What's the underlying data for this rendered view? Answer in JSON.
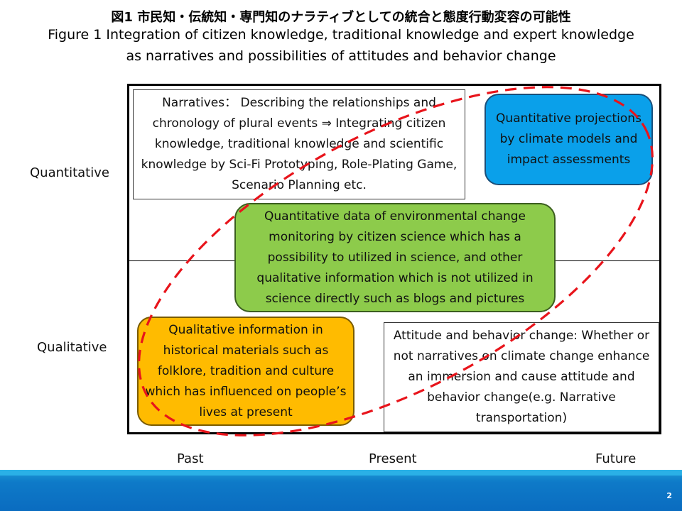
{
  "title": {
    "line1": "図1 市民知・伝統知・専門知のナラティブとしての統合と態度行動変容の可能性",
    "line2": "Figure 1 Integration of citizen knowledge, traditional knowledge and expert knowledge",
    "line3": "as narratives and possibilities of attitudes and behavior change"
  },
  "axes": {
    "y_top": "Quantitative",
    "y_bottom": "Qualitative",
    "x_left": "Past",
    "x_mid": "Present",
    "x_right": "Future"
  },
  "boxes": {
    "narratives": "Narratives： Describing the relationships and chronology of plural events ⇒ Integrating citizen knowledge, traditional knowledge and scientific knowledge by Sci-Fi Prototyping, Role-Plating Game, Scenario Planning etc.",
    "projections": "Quantitative projections by climate models and impact assessments",
    "citizen_data": "Quantitative data of environmental change monitoring by citizen science which has a possibility to utilized in science, and other qualitative information which is not utilized in science directly such as blogs and pictures",
    "historical": "Qualitative information in historical materials such as folklore, tradition and culture which has influenced on people’s lives at present",
    "attitude": "Attitude and behavior change: Whether or not narratives on climate change enhance an immersion and cause attitude and behavior change(e.g. Narrative transportation)"
  },
  "colors": {
    "blue": "#0aa0ea",
    "green": "#8dcb4b",
    "orange": "#ffbb00",
    "ellipse": "#e8141b",
    "footer": "#0e7ac8"
  },
  "footer": {
    "page_number": "2"
  }
}
